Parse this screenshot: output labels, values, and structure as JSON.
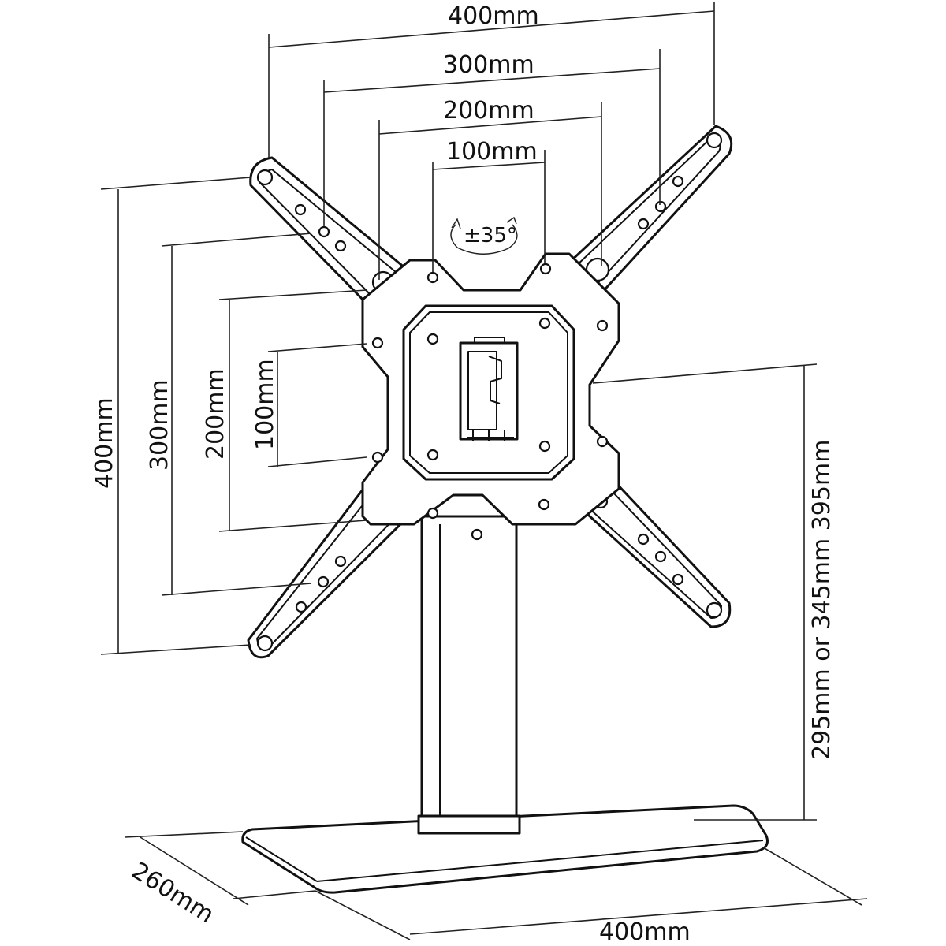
{
  "diagram": {
    "top_dims": {
      "w400": "400mm",
      "w300": "300mm",
      "w200": "200mm",
      "w100": "100mm"
    },
    "rotation": "±35°",
    "left_dims": {
      "h400": "400mm",
      "h300": "300mm",
      "h200": "200mm",
      "h100": "100mm"
    },
    "height_dim": "295mm or 345mm 395mm",
    "base_depth": "260mm",
    "base_width": "400mm"
  }
}
